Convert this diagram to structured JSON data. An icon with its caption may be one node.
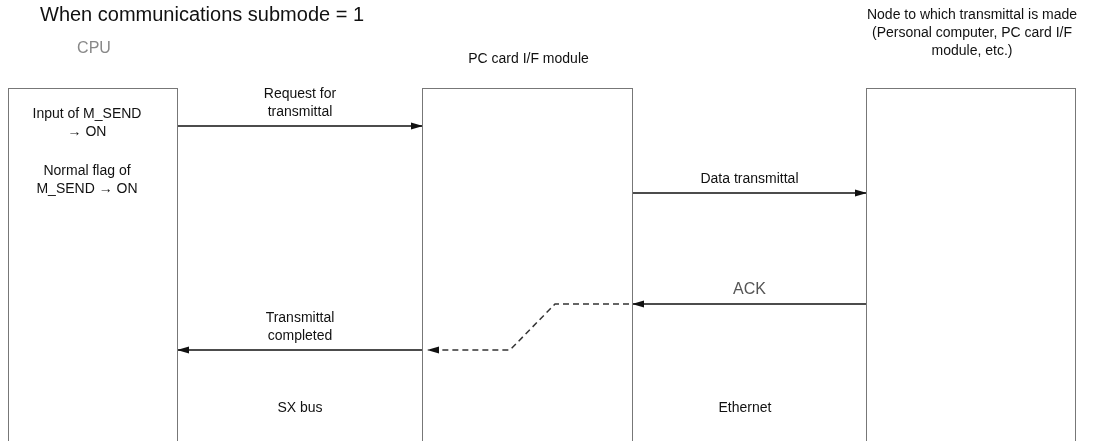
{
  "diagram": {
    "title": "When communications submode = 1",
    "nodes": [
      {
        "text": [
          "CPU",
          "Input of M_SEND → ON",
          "Normal flag of M_SEND → ON"
        ]
      },
      {
        "text": [
          "PC card I/F module"
        ]
      },
      {
        "text": [
          "Node to which transmittal is made (Personal computer, PC card I/F module, etc.)"
        ]
      }
    ],
    "edges": [
      {
        "from": 0,
        "to": 1,
        "arrow": "to",
        "label": "Request for transmittal"
      },
      {
        "from": 1,
        "to": 2,
        "arrow": "to",
        "label": "Data transmittal"
      },
      {
        "from": 2,
        "to": 1,
        "arrow": "to",
        "label": "ACK"
      },
      {
        "from": 1,
        "to": 0,
        "arrow": "to",
        "label": "Transmittal completed"
      }
    ],
    "labels": [
      "SX bus",
      "Ethernet"
    ]
  }
}
